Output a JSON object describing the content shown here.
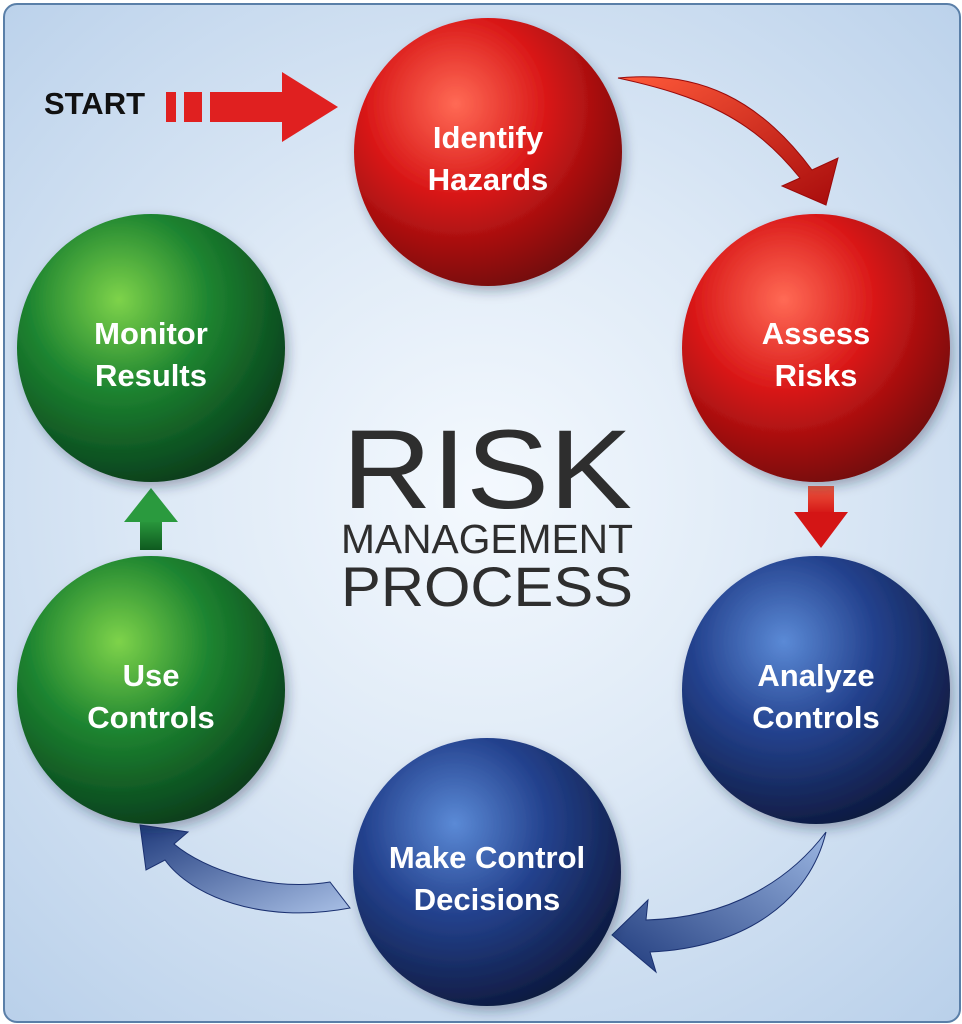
{
  "start": {
    "label": "START"
  },
  "title": {
    "line1": "RISK",
    "line2": "MANAGEMENT",
    "line3": "PROCESS"
  },
  "steps": [
    {
      "line1": "Identify",
      "line2": "Hazards",
      "color": "#d81e1e"
    },
    {
      "line1": "Assess",
      "line2": "Risks",
      "color": "#d81e1e"
    },
    {
      "line1": "Analyze",
      "line2": "Controls",
      "color": "#2a4c9a"
    },
    {
      "line1": "Make Control",
      "line2": "Decisions",
      "color": "#2a4c9a"
    },
    {
      "line1": "Use",
      "line2": "Controls",
      "color": "#1f8a35"
    },
    {
      "line1": "Monitor",
      "line2": "Results",
      "color": "#1f8a35"
    }
  ],
  "colors": {
    "red_arrow": "#e02020",
    "blue_arrow": "#2a4a90",
    "green_arrow": "#1a7a2e",
    "title_text": "#2e2e2e"
  }
}
